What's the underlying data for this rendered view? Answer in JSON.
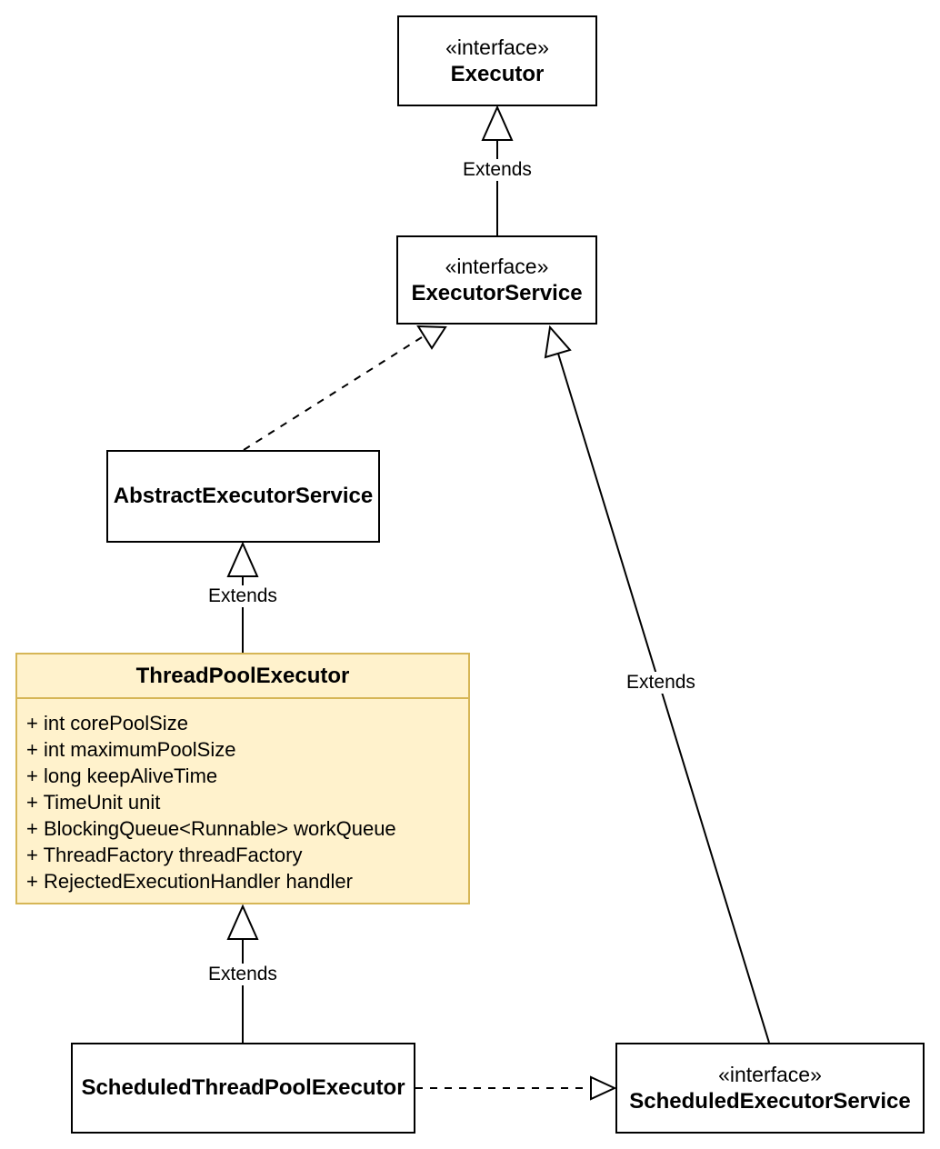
{
  "diagram": {
    "kind": "uml-class-diagram",
    "subject": "Java Executor framework hierarchy"
  },
  "classes": {
    "executor": {
      "stereotype": "«interface»",
      "name": "Executor"
    },
    "executor_service": {
      "stereotype": "«interface»",
      "name": "ExecutorService"
    },
    "abstract_executor_service": {
      "name": "AbstractExecutorService"
    },
    "thread_pool_executor": {
      "name": "ThreadPoolExecutor",
      "fields": [
        "+ int corePoolSize",
        "+ int maximumPoolSize",
        "+ long keepAliveTime",
        "+ TimeUnit unit",
        "+ BlockingQueue<Runnable> workQueue",
        "+ ThreadFactory threadFactory",
        "+ RejectedExecutionHandler handler"
      ]
    },
    "scheduled_thread_pool_executor": {
      "name": "ScheduledThreadPoolExecutor"
    },
    "scheduled_executor_service": {
      "stereotype": "«interface»",
      "name": "ScheduledExecutorService"
    }
  },
  "edges": [
    {
      "from": "ExecutorService",
      "to": "Executor",
      "type": "extends",
      "style": "solid",
      "label": "Extends"
    },
    {
      "from": "ThreadPoolExecutor",
      "to": "AbstractExecutorService",
      "type": "extends",
      "style": "solid",
      "label": "Extends"
    },
    {
      "from": "ScheduledThreadPoolExecutor",
      "to": "ThreadPoolExecutor",
      "type": "extends",
      "style": "solid",
      "label": "Extends"
    },
    {
      "from": "ScheduledExecutorService",
      "to": "ExecutorService",
      "type": "extends",
      "style": "solid",
      "label": "Extends"
    },
    {
      "from": "AbstractExecutorService",
      "to": "ExecutorService",
      "type": "implements",
      "style": "dashed",
      "label": ""
    },
    {
      "from": "ScheduledThreadPoolExecutor",
      "to": "ScheduledExecutorService",
      "type": "implements",
      "style": "dashed",
      "label": ""
    }
  ],
  "colors": {
    "highlight_fill": "#FFF2CC",
    "highlight_stroke": "#D6B656",
    "node_fill": "#FFFFFF",
    "node_stroke": "#000000",
    "edge": "#000000"
  }
}
